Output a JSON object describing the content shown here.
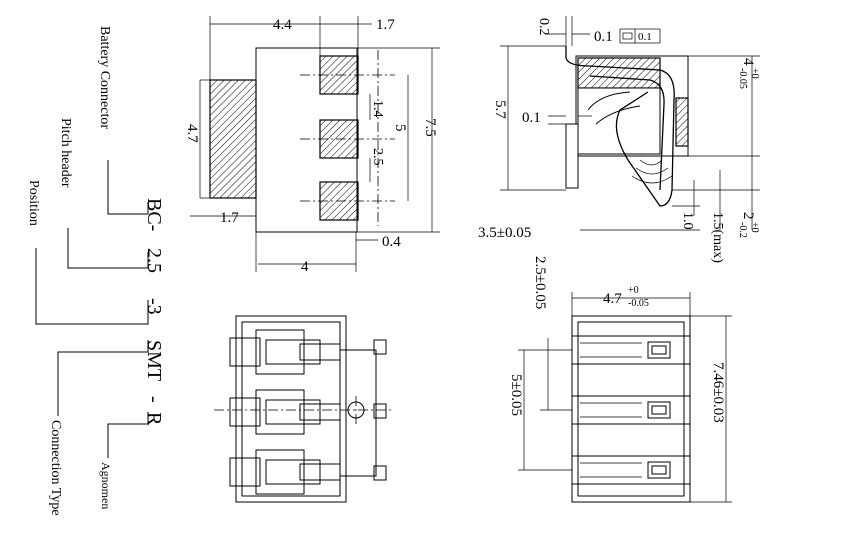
{
  "part_code": {
    "segments": [
      "BC-",
      "2.5",
      "-3",
      "SMT",
      "-",
      "R"
    ],
    "legend": {
      "battery_connector": "Battery Connector",
      "pitch_header": "Pitch header",
      "position": "Position",
      "connection_type": "Connection Type",
      "agnomen": "Agnomen"
    }
  },
  "dims": {
    "d_4_4": "4.4",
    "d_1_7_top": "1.7",
    "d_4_7": "4.7",
    "d_1_4": "1.4",
    "d_5": "5",
    "d_2_5": "2.5",
    "d_7_5": "7.5",
    "d_1_7_bottom": "1.7",
    "d_0_4": "0.4",
    "d_4": "4",
    "side_0_2": "0.2",
    "side_0_1_top": "0.1",
    "side_flatness": "0.1",
    "side_0_1_mid": "0.1",
    "side_5_7": "5.7",
    "side_4_main": "4",
    "side_4_tol_top": "+0",
    "side_4_tol_bot": "-0.05",
    "side_3_5": "3.5±0.05",
    "side_1_0": "1.0",
    "side_1_5max": "1.5(max)",
    "side_2_main": "2",
    "side_2_tol_top": "+0",
    "side_2_tol_bot": "-0.2",
    "pcb_4_7_main": "4.7",
    "pcb_4_7_tol_top": "+0",
    "pcb_4_7_tol_bot": "-0.05",
    "pcb_2_5": "2.5±0.05",
    "pcb_5": "5±0.05",
    "pcb_7_46": "7.46±0.03"
  }
}
